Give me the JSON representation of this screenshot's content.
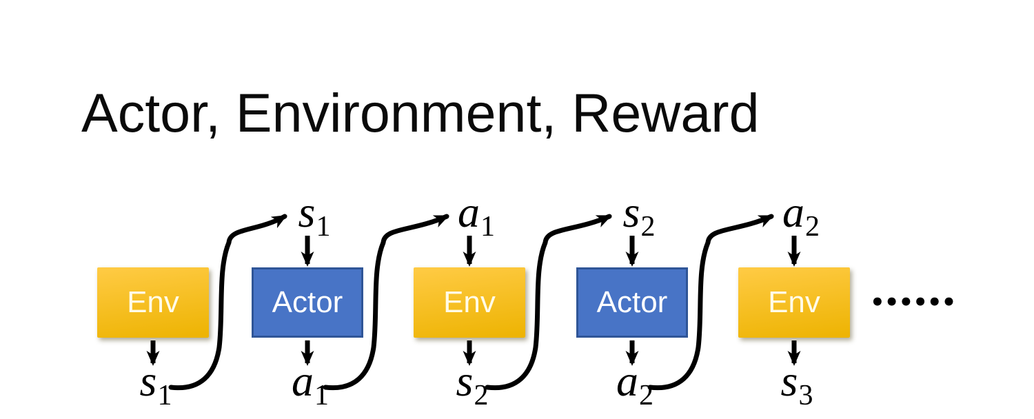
{
  "title": "Actor, Environment, Reward",
  "diagram": {
    "nodes": [
      {
        "label": "Env",
        "type": "environment"
      },
      {
        "label": "Actor",
        "type": "actor"
      },
      {
        "label": "Env",
        "type": "environment"
      },
      {
        "label": "Actor",
        "type": "actor"
      },
      {
        "label": "Env",
        "type": "environment"
      }
    ],
    "top_labels": [
      {
        "base": "s",
        "sub": "1"
      },
      {
        "base": "a",
        "sub": "1"
      },
      {
        "base": "s",
        "sub": "2"
      },
      {
        "base": "a",
        "sub": "2"
      }
    ],
    "bottom_labels": [
      {
        "base": "s",
        "sub": "1"
      },
      {
        "base": "a",
        "sub": "1"
      },
      {
        "base": "s",
        "sub": "2"
      },
      {
        "base": "a",
        "sub": "2"
      },
      {
        "base": "s",
        "sub": "3"
      }
    ],
    "ellipsis": "••••••",
    "colors": {
      "env_top": "#FFCB45",
      "env_bottom": "#EDB301",
      "env_text": "#FFFBE8",
      "actor_fill": "#4874C6",
      "actor_border": "#2F5597",
      "actor_text": "#FFFFFF",
      "arrow": "#000000",
      "title_text": "#0A0A0A",
      "bg": "#FFFFFF"
    }
  }
}
